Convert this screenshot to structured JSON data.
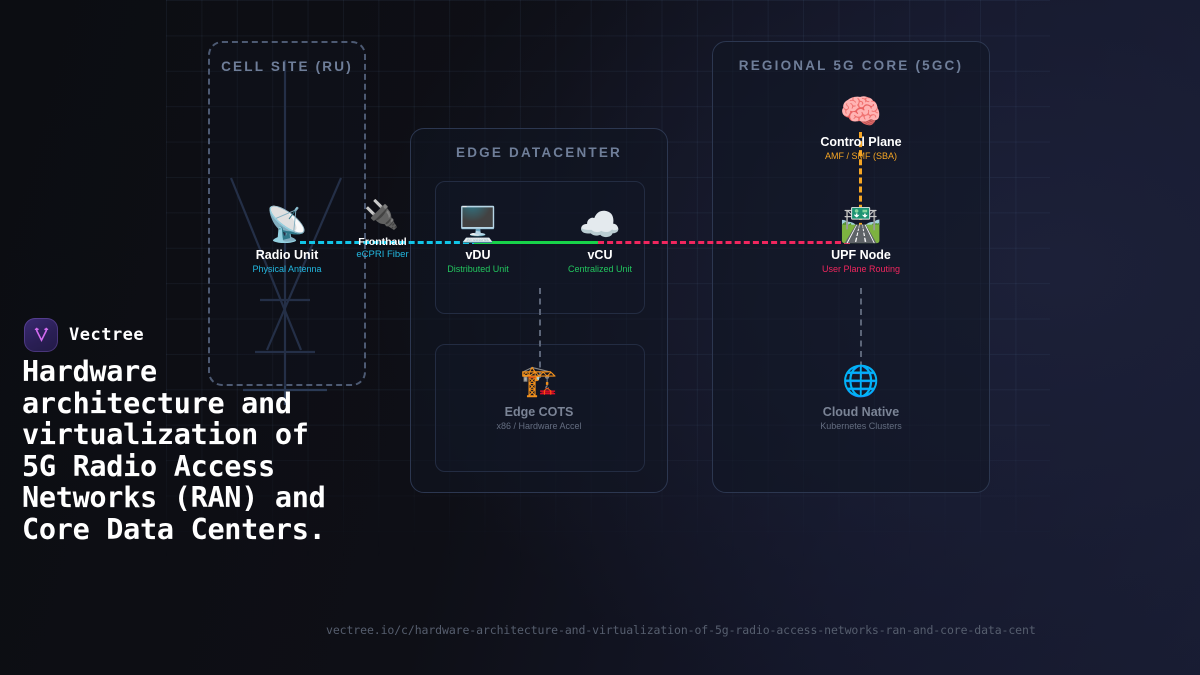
{
  "brand": {
    "name": "Vectree",
    "logo_icon": "vectree-v-logo",
    "accent": "#8b5cf6"
  },
  "headline": "Hardware architecture and virtualization of 5G Radio Access Networks (RAN) and Core Data Centers.",
  "url": "vectree.io/c/hardware-architecture-and-virtualization-of-5g-radio-access-networks-ran-and-core-data-cent",
  "diagram": {
    "panels": [
      {
        "id": "cell-site",
        "title": "CELL SITE (RU)"
      },
      {
        "id": "edge-dc",
        "title": "EDGE DATACENTER"
      },
      {
        "id": "regional-core",
        "title": "REGIONAL 5G CORE (5GC)"
      }
    ],
    "nodes": [
      {
        "id": "radio-unit",
        "emoji": "📡",
        "icon": "satellite-dish-icon",
        "label": "Radio Unit",
        "sub": "Physical Antenna",
        "sub_color": "#22b8e0"
      },
      {
        "id": "vdu",
        "emoji": "🖥️",
        "icon": "desktop-computer-icon",
        "label": "vDU",
        "sub": "Distributed Unit",
        "sub_color": "#22c55e"
      },
      {
        "id": "vcu",
        "emoji": "☁️",
        "icon": "cloud-icon",
        "label": "vCU",
        "sub": "Centralized Unit",
        "sub_color": "#22c55e"
      },
      {
        "id": "edge-cots",
        "emoji": "🏗️",
        "icon": "construction-crane-icon",
        "label": "Edge COTS",
        "sub": "x86 / Hardware Accel",
        "sub_color": "#646d80"
      },
      {
        "id": "control-plane",
        "emoji": "🧠",
        "icon": "brain-icon",
        "label": "Control Plane",
        "sub": "AMF / SMF (SBA)",
        "sub_color": "#f5a524"
      },
      {
        "id": "upf-node",
        "emoji": "🛣️",
        "icon": "highway-icon",
        "label": "UPF Node",
        "sub": "User Plane Routing",
        "sub_color": "#f0265e"
      },
      {
        "id": "cloud-native",
        "emoji": "🌐",
        "icon": "globe-icon",
        "label": "Cloud Native",
        "sub": "Kubernetes Clusters",
        "sub_color": "#646d80"
      }
    ],
    "links": [
      {
        "id": "fronthaul",
        "emoji": "🔌",
        "icon": "electric-plug-icon",
        "title": "Fronthaul",
        "sub": "eCPRI Fiber",
        "color": "#11c5e8",
        "style": "dashed"
      },
      {
        "id": "midhaul",
        "title": "",
        "sub": "",
        "color": "#18d44a",
        "style": "solid"
      },
      {
        "id": "backhaul",
        "title": "",
        "sub": "",
        "color": "#f0265e",
        "style": "dashed"
      }
    ]
  }
}
